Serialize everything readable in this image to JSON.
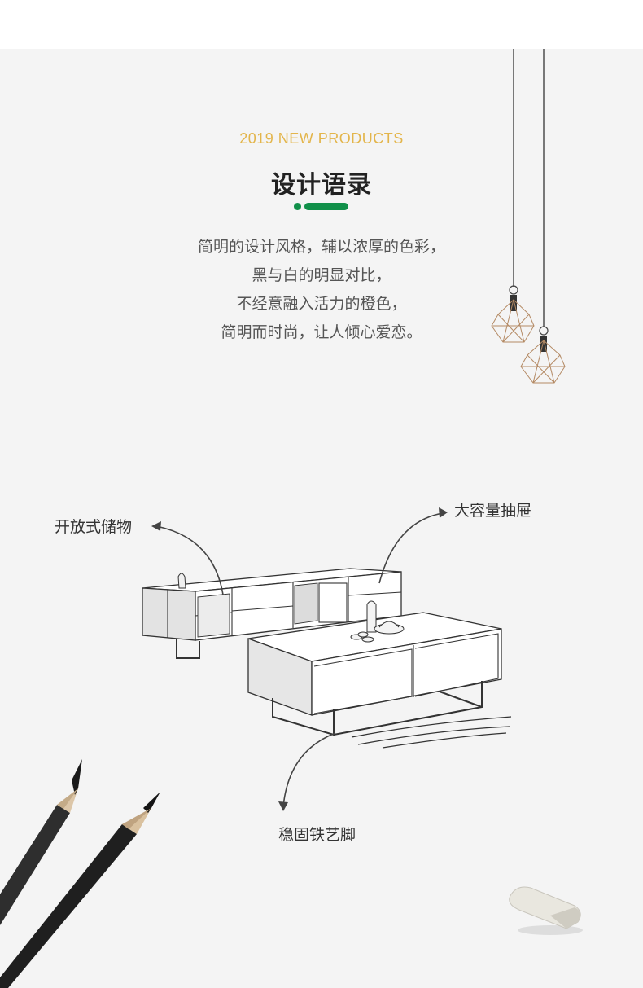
{
  "header": {
    "subtitle": "2019 NEW PRODUCTS",
    "title": "设计语录",
    "accent_color": "#11904a",
    "subtitle_color": "#e3b54b"
  },
  "description": {
    "lines": [
      "简明的设计风格，辅以浓厚的色彩，",
      "黑与白的明显对比，",
      "不经意融入活力的橙色，",
      "简明而时尚，让人倾心爱恋。"
    ]
  },
  "callouts": {
    "open_storage": "开放式储物",
    "large_drawer": "大容量抽屉",
    "iron_legs": "稳固铁艺脚"
  },
  "icons": [
    "pendant-lamp-icon",
    "pencil-icon",
    "eraser-icon",
    "arrow-icon"
  ]
}
